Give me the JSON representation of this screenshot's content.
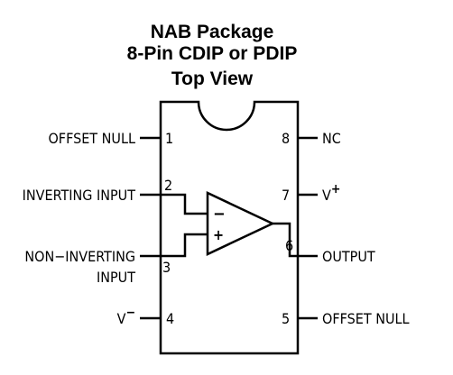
{
  "title": {
    "line1": "NAB Package",
    "line2": "8-Pin CDIP or PDIP",
    "line3": "Top View"
  },
  "pins": {
    "p1": {
      "number": "1",
      "label": "OFFSET NULL"
    },
    "p2": {
      "number": "2",
      "label": "INVERTING INPUT"
    },
    "p3": {
      "number": "3",
      "label_line1": "NON−INVERTING",
      "label_line2": "INPUT"
    },
    "p4": {
      "number": "4",
      "label": "V",
      "label_sup": "−"
    },
    "p5": {
      "number": "5",
      "label": "OFFSET NULL"
    },
    "p6": {
      "number": "6",
      "label": "OUTPUT"
    },
    "p7": {
      "number": "7",
      "label": "V",
      "label_sup": "+"
    },
    "p8": {
      "number": "8",
      "label": "NC"
    }
  },
  "opamp": {
    "minus_sign": "−",
    "plus_sign": "+"
  }
}
